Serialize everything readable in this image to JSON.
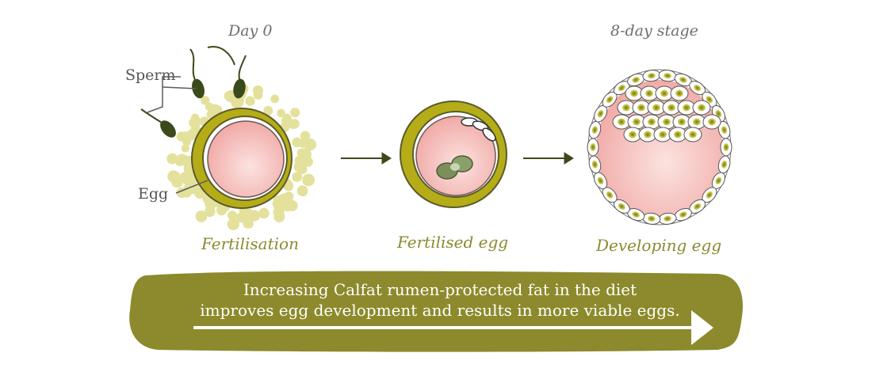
{
  "labels": {
    "day0": "Day 0",
    "day8": "8-day stage",
    "sperm": "Sperm",
    "egg": "Egg",
    "fertilisation": "Fertilisation",
    "fertilised_egg": "Fertilised egg",
    "developing_egg": "Developing egg"
  },
  "banner": {
    "line1": "Increasing Calfat rumen-protected fat in the diet",
    "line2": "improves egg development and results in more viable eggs."
  },
  "colors": {
    "olive": "#8c8a2c",
    "olive_dark": "#3d4a1c",
    "membrane": "#b5ad18",
    "egg_pink": "#f2b3b0",
    "cumulus": "#e3e19b",
    "arrow_small": "#3e4a1d"
  }
}
